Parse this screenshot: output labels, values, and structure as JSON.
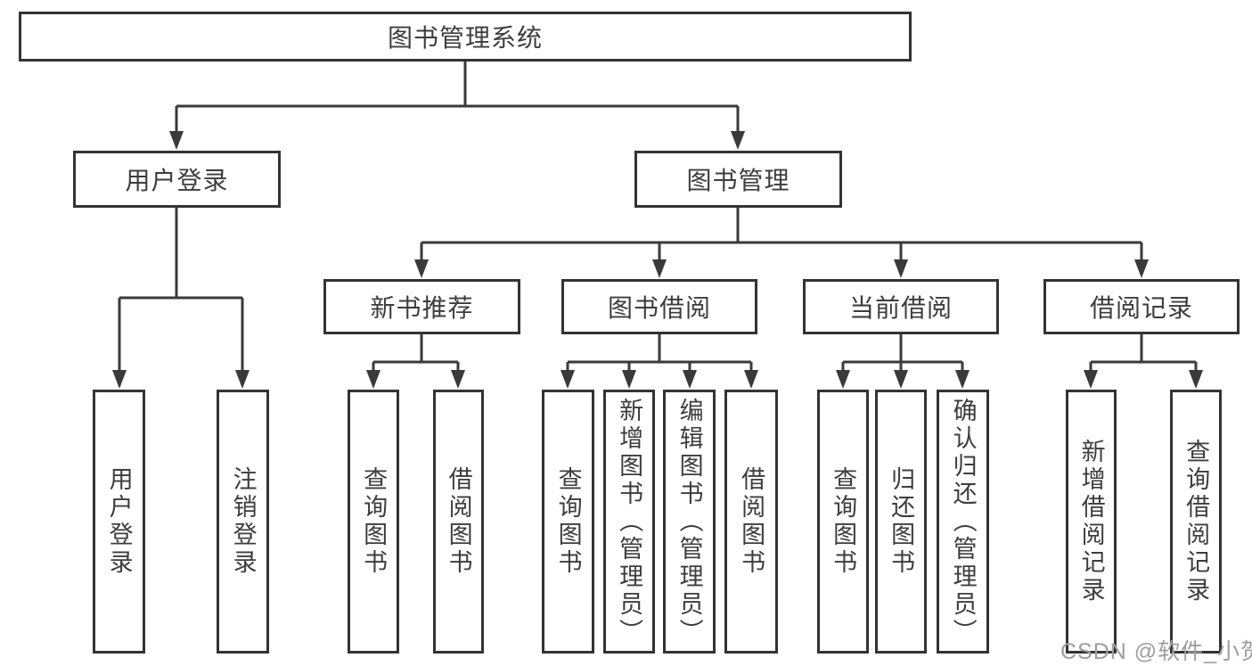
{
  "diagram": {
    "root_label": "图书管理系统",
    "branches": [
      {
        "label": "用户登录",
        "leaves": [
          "用户登录",
          "注销登录"
        ]
      },
      {
        "label": "图书管理",
        "groups": [
          {
            "label": "新书推荐",
            "leaves": [
              "查询图书",
              "借阅图书"
            ]
          },
          {
            "label": "图书借阅",
            "leaves": [
              "查询图书",
              "新增图书（管理员）",
              "编辑图书（管理员）",
              "借阅图书"
            ]
          },
          {
            "label": "当前借阅",
            "leaves": [
              "查询图书",
              "归还图书",
              "确认归还（管理员）"
            ]
          },
          {
            "label": "借阅记录",
            "leaves": [
              "新增借阅记录",
              "查询借阅记录"
            ]
          }
        ]
      }
    ]
  },
  "watermark": {
    "text": "CSDN @软件_小贺同学",
    "color": "#9e9e9e"
  },
  "colors": {
    "line": "#3a3a3a",
    "box_border": "#333333",
    "text": "#3d3d3d",
    "background": "#ffffff"
  }
}
